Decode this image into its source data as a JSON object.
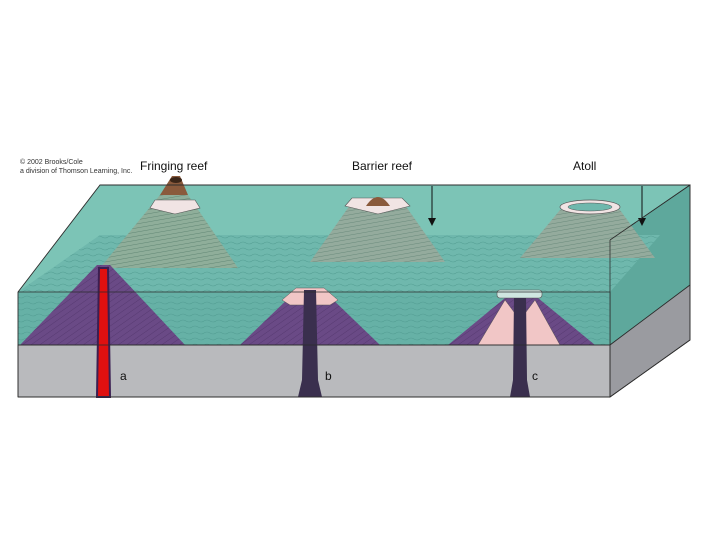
{
  "copyright": {
    "line1": "© 2002 Brooks/Cole",
    "line2": "a division of Thomson Learning, Inc."
  },
  "headings": {
    "fringing": "Fringing reef",
    "barrier": "Barrier reef",
    "atoll": "Atoll"
  },
  "stage_labels": {
    "a": "a",
    "b": "b",
    "c": "c"
  },
  "colors": {
    "water": "#6fb8ad",
    "water_dark": "#4e9a90",
    "seafloor": "#b9babd",
    "volcano_rock": "#6a4a86",
    "magma": "#e01010",
    "reef": "#f1c6c6",
    "summit": "#8a5a3c",
    "island_slope": "#8fae9a"
  }
}
